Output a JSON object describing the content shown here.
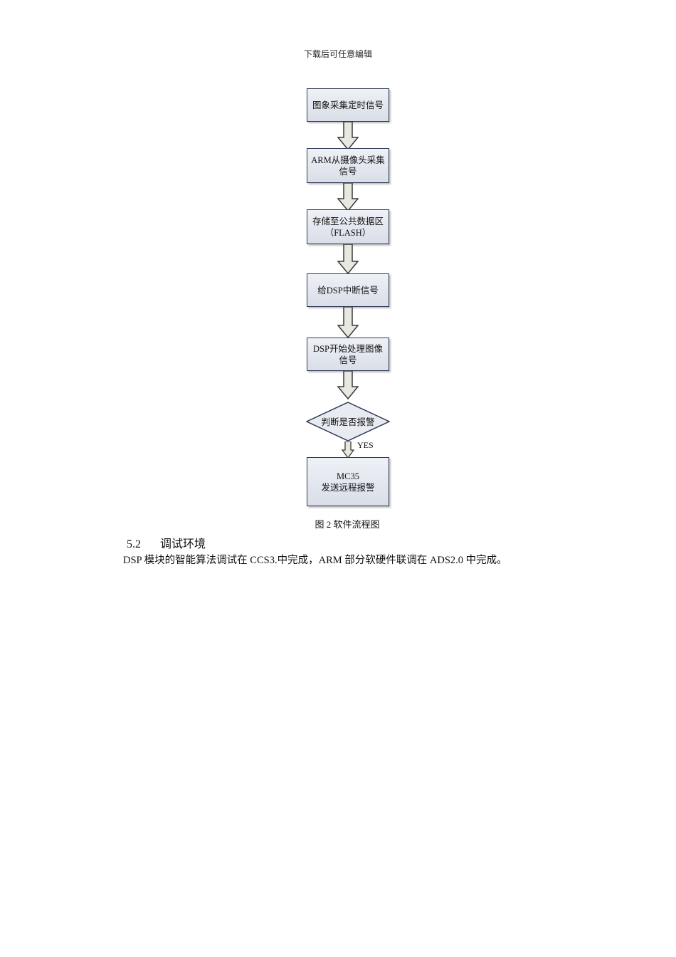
{
  "header": {
    "text": "下载后可任意编辑"
  },
  "flowchart": {
    "steps": [
      "图象采集定时信号",
      "ARM从摄像头采集\n信号",
      "存储至公共数据区\n（FLASH）",
      "给DSP中断信号",
      "DSP开始处理图像\n信号"
    ],
    "decision": "判断是否报警",
    "yes_label": "YES",
    "final_step": "MC35\n发送远程报警",
    "colors": {
      "border": "#2f3a55",
      "fill_top": "#eef1f6",
      "fill_bottom": "#d9dee8",
      "arrow_fill": "#e6e9df",
      "arrow_stroke": "#3a3a3a"
    }
  },
  "caption": "图 2 软件流程图",
  "section": {
    "number": "5.2",
    "title": "调试环境"
  },
  "paragraph": "DSP 模块的智能算法调试在 CCS3.中完成，ARM 部分软硬件联调在 ADS2.0 中完成。"
}
